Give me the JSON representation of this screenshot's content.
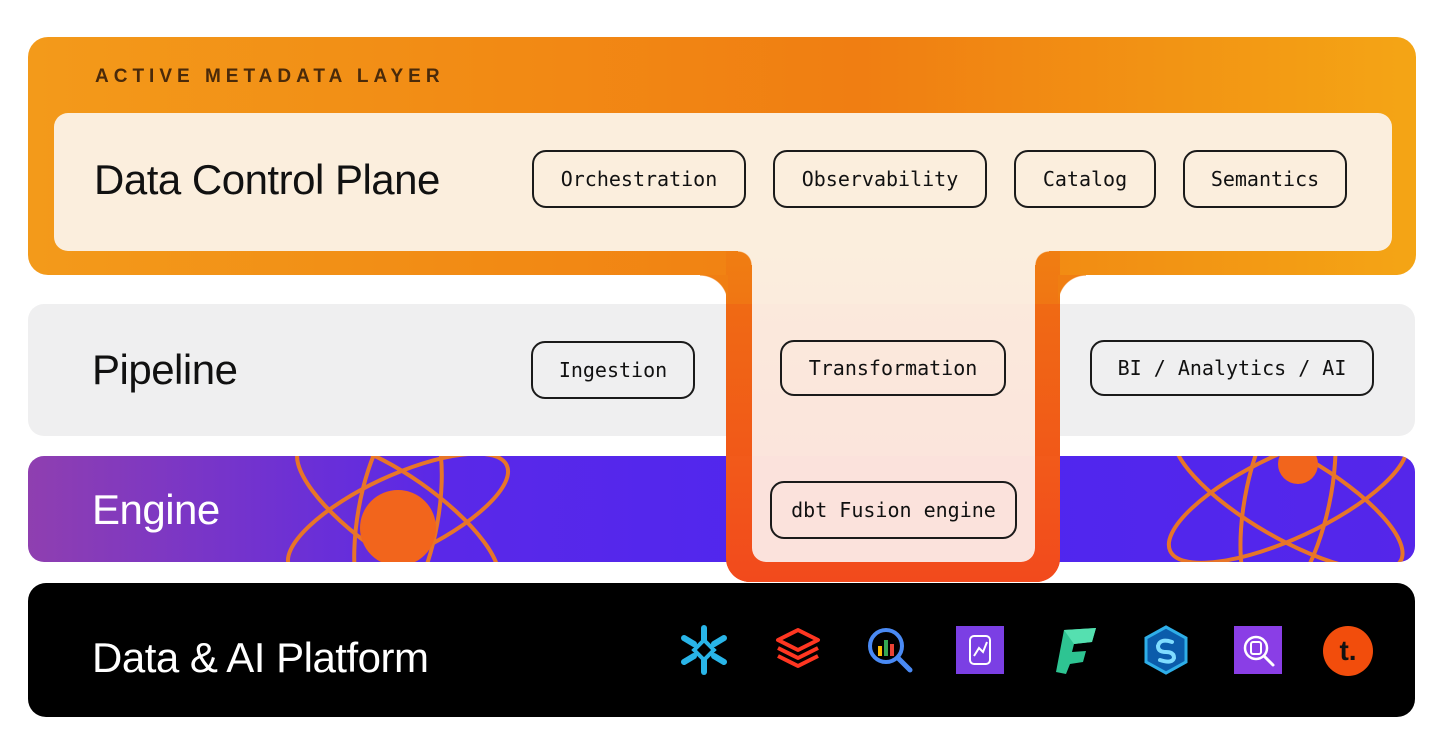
{
  "meta_layer": {
    "label": "ACTIVE METADATA LAYER"
  },
  "control_plane": {
    "title": "Data Control Plane",
    "pills": [
      "Orchestration",
      "Observability",
      "Catalog",
      "Semantics"
    ]
  },
  "pipeline": {
    "title": "Pipeline",
    "pills": [
      "Ingestion",
      "Transformation",
      "BI / Analytics / AI"
    ]
  },
  "engine": {
    "title": "Engine",
    "pill": "dbt Fusion engine"
  },
  "platform": {
    "title": "Data & AI Platform",
    "logos": [
      "snowflake-icon",
      "databricks-icon",
      "bigquery-icon",
      "redshift-icon",
      "microsoft-fabric-icon",
      "synapse-icon",
      "athena-icon",
      "teradata-icon"
    ],
    "teradata_letter": "t."
  },
  "colors": {
    "orange": "#f28a14",
    "cream": "#fbeedd",
    "pipeline_grey": "#efeff0",
    "engine_purple": "#5a28e8",
    "platform_black": "#000000"
  }
}
